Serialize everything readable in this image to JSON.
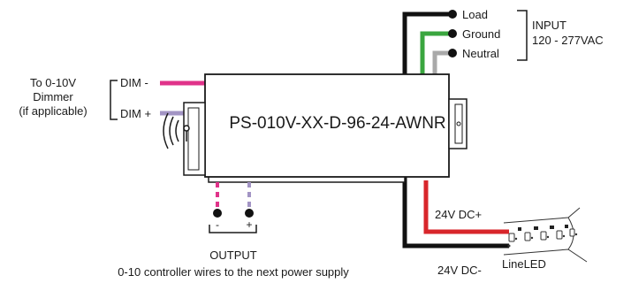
{
  "device": {
    "model": "PS-010V-XX-D-96-24-AWNR"
  },
  "input": {
    "title": "INPUT",
    "range": "120 - 277VAC",
    "terminals": [
      "Load",
      "Ground",
      "Neutral"
    ],
    "wire_colors": {
      "load": "#111111",
      "ground": "#3aa63f",
      "neutral": "#a9a9a9"
    }
  },
  "dimmer": {
    "label_line1": "To 0-10V",
    "label_line2": "Dimmer",
    "label_line3": "(if applicable)",
    "dim_minus": "DIM -",
    "dim_plus": "DIM +",
    "wire_colors": {
      "dim_minus": "#e0338a",
      "dim_plus": "#a294c4"
    }
  },
  "output_terminals": {
    "minus": "-",
    "plus": "+",
    "title": "OUTPUT",
    "note": "0-10 controller wires to the next power supply"
  },
  "dc_output": {
    "positive": "24V DC+",
    "negative": "24V DC-",
    "wire_colors": {
      "positive": "#d8262b",
      "negative": "#111111"
    }
  },
  "led_strip": {
    "name": "LineLED"
  }
}
